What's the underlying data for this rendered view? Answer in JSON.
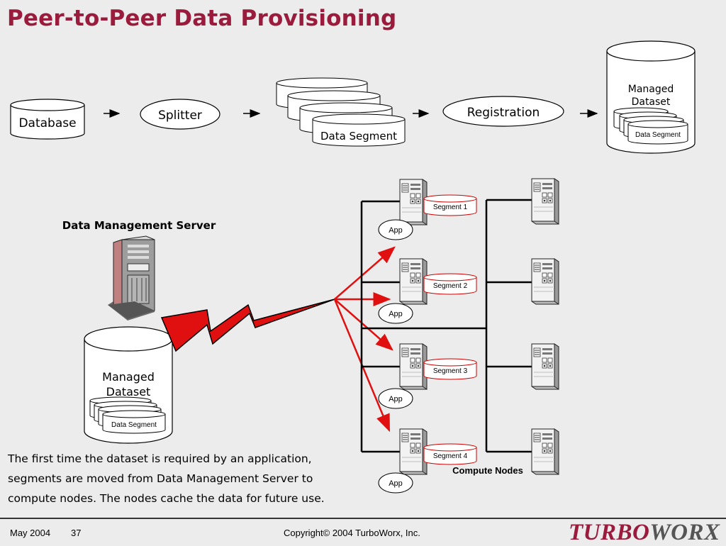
{
  "title": "Peer-to-Peer Data Provisioning",
  "pipeline": {
    "database": "Database",
    "splitter": "Splitter",
    "segment_stack_label": "Data Segment",
    "registration": "Registration",
    "managed_dataset": "Managed Dataset",
    "managed_segment_label": "Data Segment"
  },
  "server": {
    "label": "Data Management Server",
    "dataset_label": "Managed Dataset",
    "segment_label": "Data Segment"
  },
  "nodes": {
    "label": "Compute Nodes",
    "app_label": "App",
    "segments": [
      "Segment 1",
      "Segment 2",
      "Segment 3",
      "Segment 4"
    ]
  },
  "description": "The first time the dataset is required by an application, segments are moved from Data Management Server to compute nodes. The nodes cache the data for future use.",
  "footer": {
    "date": "May 2004",
    "page": "37",
    "copyright": "Copyright© 2004 TurboWorx, Inc.",
    "logo_part1": "TURBO",
    "logo_part2": "WORX"
  },
  "colors": {
    "title": "#9a1b3c",
    "arrow_red": "#e01010",
    "logo_gray": "#555555"
  }
}
